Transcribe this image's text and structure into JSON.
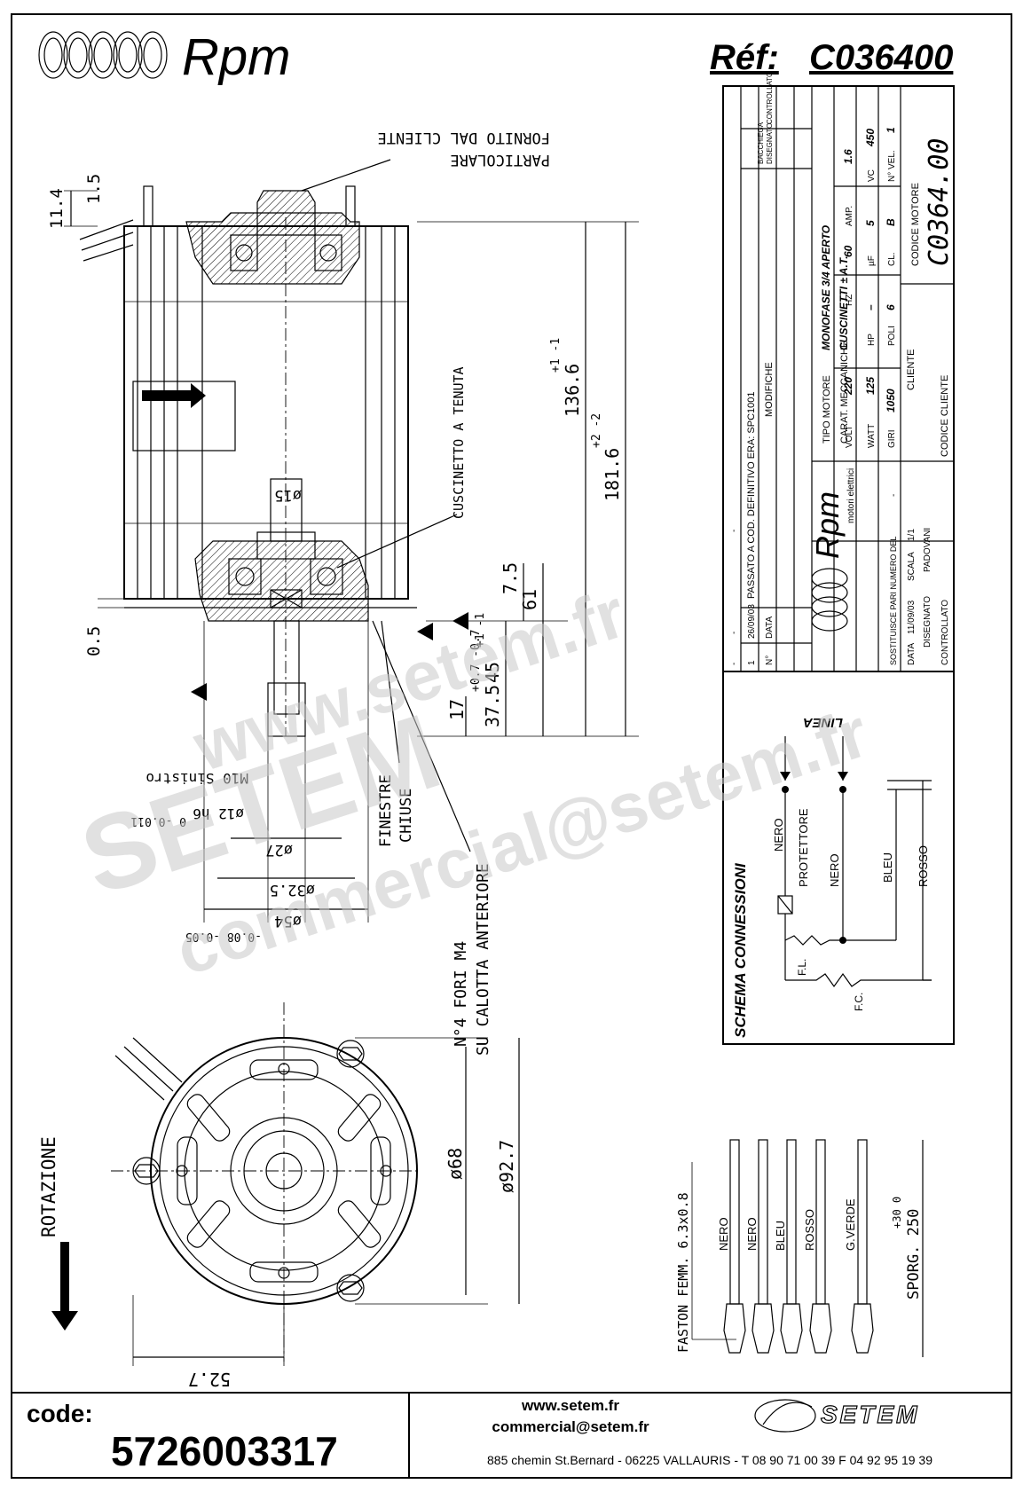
{
  "header": {
    "logo_text": "Rpm",
    "ref_label": "Réf:",
    "ref_value": "C036400"
  },
  "title_block": {
    "revisions": [
      {
        "n": "1",
        "date": "26/09/03",
        "text": "PASSATO A COD. DEFINITIVO ERA: SPC1001"
      },
      {
        "n": "-",
        "date": "-",
        "text": "-"
      },
      {
        "n": "-",
        "date": "-",
        "text": "-"
      },
      {
        "n": "-",
        "date": "-",
        "text": "-"
      }
    ],
    "rev_header": {
      "n": "N°",
      "date": "DATA",
      "text": "MODIFICHE",
      "drawn": "DISEGNATO",
      "checked": "CONTROLLATO",
      "pad": "BACCHIEGA"
    },
    "tipo_motore_label": "TIPO MOTORE",
    "tipo_motore_value": "MONOFASE 3/4 APERTO",
    "carat_label": "CARAT. MECCANICHE",
    "carat_value": "CUSCINETTI ± A.T.",
    "electrical": [
      {
        "label": "VOLT",
        "value": "220"
      },
      {
        "label": "HZ",
        "value": "60"
      },
      {
        "label": "AMP.",
        "value": "1.6"
      },
      {
        "label": "WATT",
        "value": "125"
      },
      {
        "label": "HP",
        "value": "–"
      },
      {
        "label": "µF",
        "value": "5"
      },
      {
        "label": "VC",
        "value": "450"
      },
      {
        "label": "GIRI",
        "value": "1050"
      },
      {
        "label": "POLI",
        "value": "6"
      },
      {
        "label": "CL.",
        "value": "B"
      },
      {
        "label": "N° VEL.",
        "value": "1"
      }
    ],
    "cliente_label": "CLIENTE",
    "codice_motore_label": "CODICE MOTORE",
    "codice_motore_value": "C0364.00",
    "codice_cliente_label": "CODICE CLIENTE",
    "company": "Rpm",
    "company_sub": "motori elettrici",
    "sostituisce_label": "SOSTITUISCE PARI NUMERO DEL",
    "sostituisce_value": "-",
    "data_label": "DATA",
    "data_value": "11/09/03",
    "scala_label": "SCALA",
    "scala_value": "1/1",
    "disegnato_label": "DISEGNATO",
    "disegnato_value": "PADOVANI",
    "controllato_label": "CONTROLLATO"
  },
  "side_view": {
    "note_part": "PARTICOLARE",
    "note_supplied": "FORNITO DAL CLIENTE",
    "bearing_note": "CUSCINETTO A TENUTA",
    "windows_note_1": "FINESTRE",
    "windows_note_2": "CHIUSE",
    "holes_note_1": "N°4 FORI M4",
    "holes_note_2": "SU CALOTTA ANTERIORE",
    "thread_note": "M10 Sinistro",
    "dims": {
      "d_11_4": "11.4",
      "d_1_5": "1.5",
      "d_0_5": "0.5",
      "d_136_6": "136.6",
      "tol_136_6": "+1 -1",
      "d_181_6": "181.6",
      "tol_181_6": "+2 -2",
      "d_7_5": "7.5",
      "d_61": "61",
      "d_45": "45",
      "tol_45": "+1 -1",
      "d_37_5": "37.5",
      "tol_37_5": "+0.7 -0.7",
      "d_17": "17",
      "d_phi15": "ø15",
      "d_phi12": "ø12 h6",
      "tol_phi12": "0 -0.011",
      "d_phi27": "ø27",
      "d_phi32_5": "ø32.5",
      "d_phi54": "ø54",
      "tol_phi54": "-0.08 -0.05"
    }
  },
  "front_view": {
    "rotation": "ROTAZIONE",
    "d_phi68": "ø68",
    "d_phi92_7": "ø92.7",
    "d_52_7": "52.7"
  },
  "wiring": {
    "title": "SCHEMA CONNESSIONI",
    "linea": "LINEA",
    "nero": "NERO",
    "protettore": "PROTETTORE",
    "nero2": "NERO",
    "bleu": "BLEU",
    "rosso": "ROSSO",
    "fl": "F.L.",
    "fc": "F.C."
  },
  "leads": {
    "faston": "FASTON FEMM. 6.3x0.8",
    "wires": [
      "NERO",
      "NERO",
      "BLEU",
      "ROSSO",
      "G.VERDE"
    ],
    "sporg": "SPORG. 250",
    "sporg_tol": "+30 0"
  },
  "watermarks": [
    "www.setem.fr",
    "SETEM",
    "commercial@setem.fr"
  ],
  "footer": {
    "code_label": "code:",
    "code_value": "5726003317",
    "web": "www.setem.fr",
    "email": "commercial@setem.fr",
    "address": "885 chemin St.Bernard  -  06225 VALLAURIS  -  T 08 90 71 00 39  F 04 92 95 19 39",
    "brand": "SETEM"
  }
}
